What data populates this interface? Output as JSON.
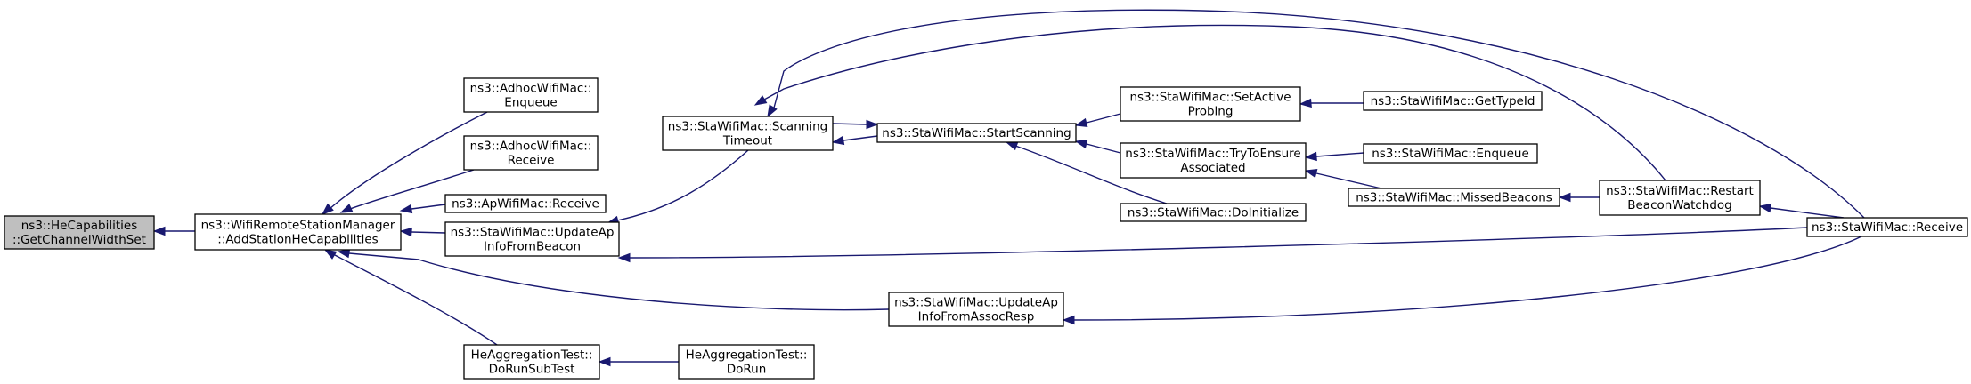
{
  "graph": {
    "title": "",
    "colors": {
      "edge": "#191970",
      "root_fill": "#bfbfbf",
      "node_fill": "#ffffff",
      "node_border": "#000000"
    },
    "nodes": [
      {
        "id": "he_getchannelwidthset",
        "lines": [
          "ns3::HeCapabilities",
          "::GetChannelWidthSet"
        ],
        "root": true
      },
      {
        "id": "wrsm_addstationhe",
        "lines": [
          "ns3::WifiRemoteStationManager",
          "::AddStationHeCapabilities"
        ]
      },
      {
        "id": "adhoc_enqueue",
        "lines": [
          "ns3::AdhocWifiMac::",
          "Enqueue"
        ]
      },
      {
        "id": "adhoc_receive",
        "lines": [
          "ns3::AdhocWifiMac::",
          "Receive"
        ]
      },
      {
        "id": "ap_receive",
        "lines": [
          "ns3::ApWifiMac::Receive"
        ]
      },
      {
        "id": "sta_updateap_beacon",
        "lines": [
          "ns3::StaWifiMac::UpdateAp",
          "InfoFromBeacon"
        ]
      },
      {
        "id": "heagg_dorunsubtest",
        "lines": [
          "HeAggregationTest::",
          "DoRunSubTest"
        ]
      },
      {
        "id": "heagg_dorun",
        "lines": [
          "HeAggregationTest::",
          "DoRun"
        ]
      },
      {
        "id": "sta_scanningtimeout",
        "lines": [
          "ns3::StaWifiMac::Scanning",
          "Timeout"
        ]
      },
      {
        "id": "sta_startscanning",
        "lines": [
          "ns3::StaWifiMac::StartScanning"
        ]
      },
      {
        "id": "sta_updateap_assoc",
        "lines": [
          "ns3::StaWifiMac::UpdateAp",
          "InfoFromAssocResp"
        ]
      },
      {
        "id": "sta_setactiveprobing",
        "lines": [
          "ns3::StaWifiMac::SetActive",
          "Probing"
        ]
      },
      {
        "id": "sta_trytoensure",
        "lines": [
          "ns3::StaWifiMac::TryToEnsure",
          "Associated"
        ]
      },
      {
        "id": "sta_doinitialize",
        "lines": [
          "ns3::StaWifiMac::DoInitialize"
        ]
      },
      {
        "id": "sta_gettypeid",
        "lines": [
          "ns3::StaWifiMac::GetTypeId"
        ]
      },
      {
        "id": "sta_enqueue",
        "lines": [
          "ns3::StaWifiMac::Enqueue"
        ]
      },
      {
        "id": "sta_missedbeacons",
        "lines": [
          "ns3::StaWifiMac::MissedBeacons"
        ]
      },
      {
        "id": "sta_restartbeacon",
        "lines": [
          "ns3::StaWifiMac::Restart",
          "BeaconWatchdog"
        ]
      },
      {
        "id": "sta_receive",
        "lines": [
          "ns3::StaWifiMac::Receive"
        ]
      }
    ],
    "edges": [
      {
        "from": "wrsm_addstationhe",
        "to": "he_getchannelwidthset"
      },
      {
        "from": "adhoc_enqueue",
        "to": "wrsm_addstationhe"
      },
      {
        "from": "adhoc_receive",
        "to": "wrsm_addstationhe"
      },
      {
        "from": "ap_receive",
        "to": "wrsm_addstationhe"
      },
      {
        "from": "sta_updateap_beacon",
        "to": "wrsm_addstationhe"
      },
      {
        "from": "sta_updateap_assoc",
        "to": "wrsm_addstationhe"
      },
      {
        "from": "heagg_dorunsubtest",
        "to": "wrsm_addstationhe"
      },
      {
        "from": "heagg_dorun",
        "to": "heagg_dorunsubtest"
      },
      {
        "from": "sta_scanningtimeout",
        "to": "sta_updateap_beacon"
      },
      {
        "from": "sta_receive",
        "to": "sta_updateap_beacon"
      },
      {
        "from": "sta_startscanning",
        "to": "sta_scanningtimeout"
      },
      {
        "from": "sta_restartbeacon",
        "to": "sta_scanningtimeout"
      },
      {
        "from": "sta_receive",
        "to": "sta_scanningtimeout"
      },
      {
        "from": "sta_scanningtimeout",
        "to": "sta_startscanning"
      },
      {
        "from": "sta_setactiveprobing",
        "to": "sta_startscanning"
      },
      {
        "from": "sta_trytoensure",
        "to": "sta_startscanning"
      },
      {
        "from": "sta_doinitialize",
        "to": "sta_startscanning"
      },
      {
        "from": "sta_gettypeid",
        "to": "sta_setactiveprobing"
      },
      {
        "from": "sta_enqueue",
        "to": "sta_trytoensure"
      },
      {
        "from": "sta_missedbeacons",
        "to": "sta_trytoensure"
      },
      {
        "from": "sta_restartbeacon",
        "to": "sta_missedbeacons"
      },
      {
        "from": "sta_receive",
        "to": "sta_restartbeacon"
      },
      {
        "from": "sta_receive",
        "to": "sta_updateap_assoc"
      }
    ]
  }
}
